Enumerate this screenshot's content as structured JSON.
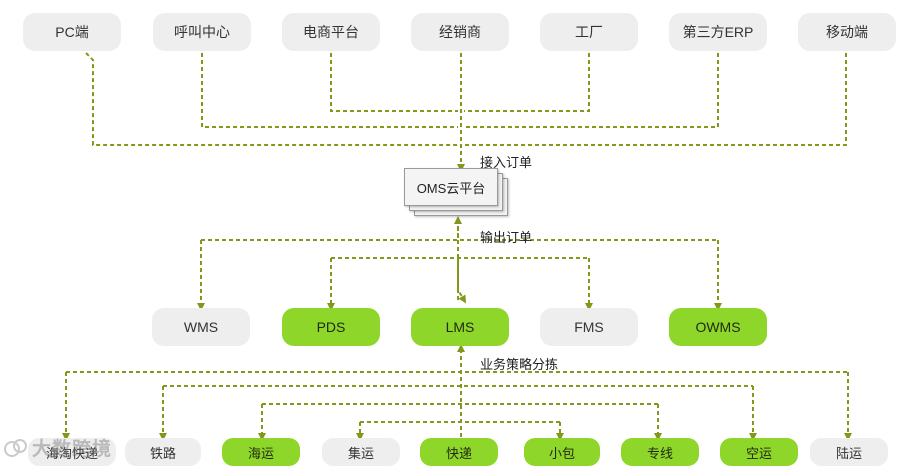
{
  "sources": [
    "PC端",
    "呼叫中心",
    "电商平台",
    "经销商",
    "工厂",
    "第三方ERP",
    "移动端"
  ],
  "oms": {
    "label": "OMS云平台"
  },
  "labels": {
    "intake": "接入订单",
    "output": "输出订单",
    "strategy": "业务策略分拣"
  },
  "systems": [
    {
      "name": "WMS",
      "highlight": false
    },
    {
      "name": "PDS",
      "highlight": true
    },
    {
      "name": "LMS",
      "highlight": true
    },
    {
      "name": "FMS",
      "highlight": false
    },
    {
      "name": "OWMS",
      "highlight": true
    }
  ],
  "channels": [
    {
      "name": "海淘快递",
      "highlight": false
    },
    {
      "name": "铁路",
      "highlight": false
    },
    {
      "name": "海运",
      "highlight": true
    },
    {
      "name": "集运",
      "highlight": false
    },
    {
      "name": "快递",
      "highlight": true
    },
    {
      "name": "小包",
      "highlight": true
    },
    {
      "name": "专线",
      "highlight": true
    },
    {
      "name": "空运",
      "highlight": true
    },
    {
      "name": "陆运",
      "highlight": false
    }
  ],
  "watermark": {
    "text": "大数跨境"
  },
  "colors": {
    "line": "#7f9a1a",
    "highlight": "#8fd62a",
    "neutral": "#eeeeee"
  }
}
